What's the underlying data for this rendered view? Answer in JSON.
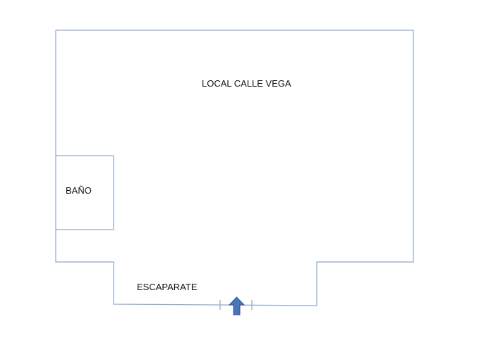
{
  "title": "LOCAL CALLE VEGA",
  "rooms": {
    "bathroom": "BAÑO",
    "shopwindow": "ESCAPARATE"
  },
  "colors": {
    "wall": "#8fa8cc",
    "arrow": "#4a76b8",
    "arrow_stroke": "#2f5597"
  },
  "icons": {
    "entrance": "arrow-up-icon"
  }
}
